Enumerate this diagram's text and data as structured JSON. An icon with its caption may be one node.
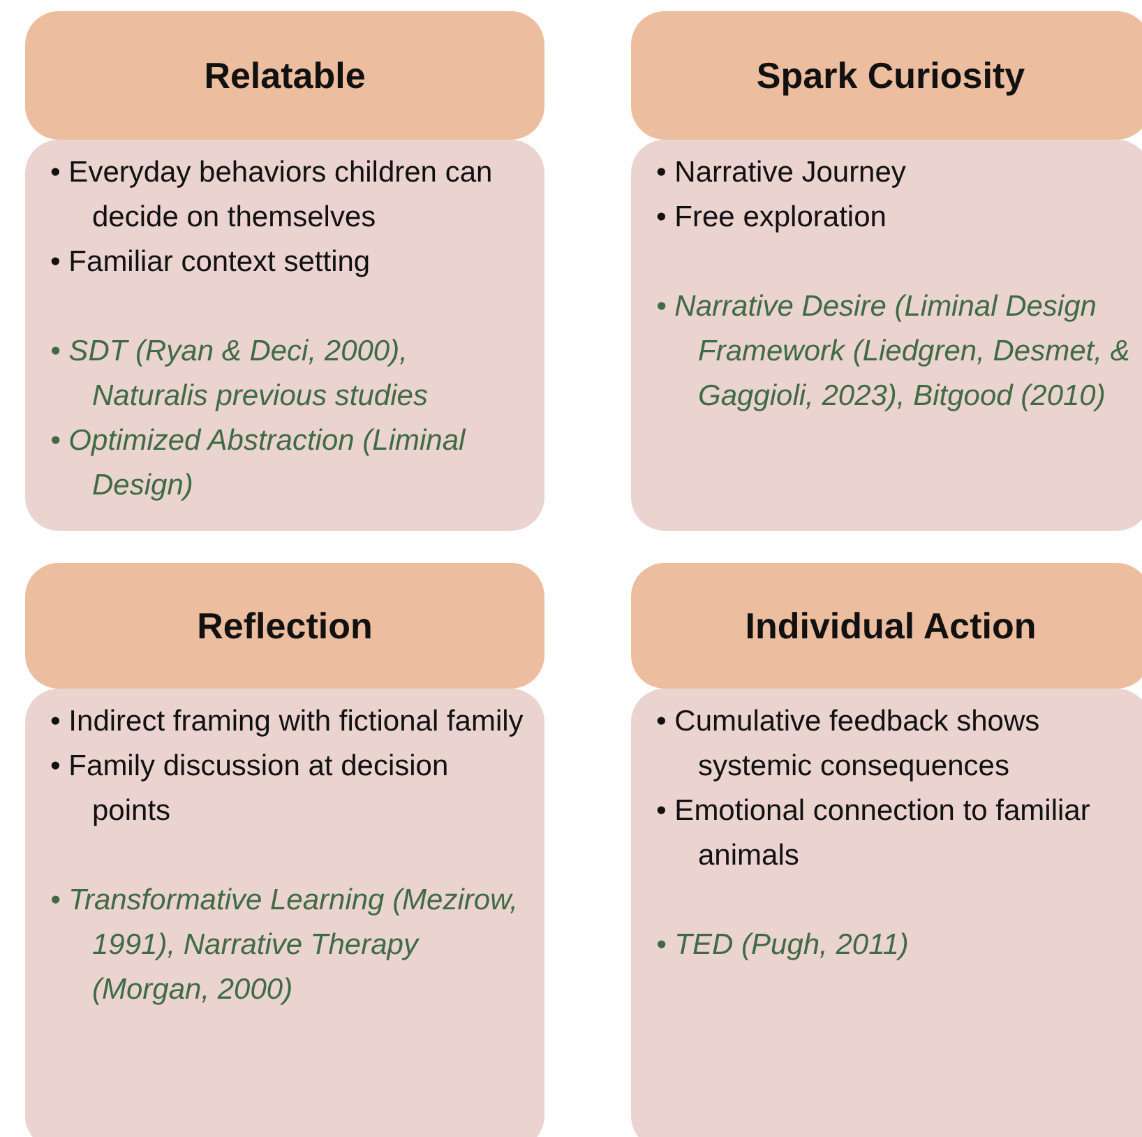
{
  "diagram": {
    "nodes": [
      {
        "text": [
          "Relatable"
        ]
      },
      {
        "text": [
          "• Everyday behaviors children can decide on themselves",
          "• Familiar context setting"
        ]
      },
      {
        "text": [
          "Spark Curiosity"
        ]
      },
      {
        "text": [
          "• Narrative Journey",
          "• Free exploration"
        ]
      },
      {
        "text": [
          "Reflection"
        ]
      },
      {
        "text": [
          "• Indirect framing with fictional family",
          "• Family discussion at decision points"
        ]
      },
      {
        "text": [
          "Individual Action"
        ]
      },
      {
        "text": [
          "• Cumulative feedback shows systemic consequences",
          "• Emotional connection to familiar animals"
        ]
      }
    ],
    "labels": [
      "• SDT (Ryan & Deci, 2000), Naturalis previous studies",
      "• Optimized Abstraction (Liminal Design)",
      "• Narrative Desire (Liminal Design Framework (Liedgren, Desmet, & Gaggioli, 2023), Bitgood (2010)",
      "• Transformative Learning (Mezirow, 1991), Narrative Therapy (Morgan, 2000)",
      "• TED (Pugh, 2011)"
    ]
  }
}
